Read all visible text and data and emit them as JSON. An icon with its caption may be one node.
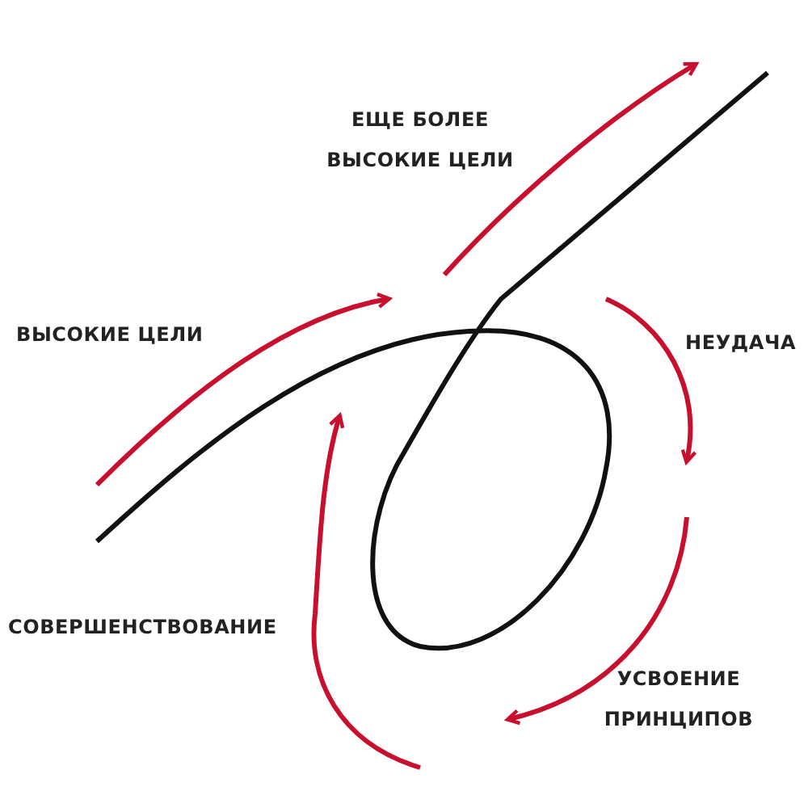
{
  "diagram": {
    "labels": [
      "ЕЩЕ БОЛЕЕ ВЫСОКИЕ ЦЕЛИ",
      "ВЫСОКИЕ ЦЕЛИ",
      "НЕУДАЧА",
      "СОВЕРШЕНСТВОВАНИЕ",
      "УСВОЕНИЕ ПРИНЦИПОВ"
    ]
  }
}
